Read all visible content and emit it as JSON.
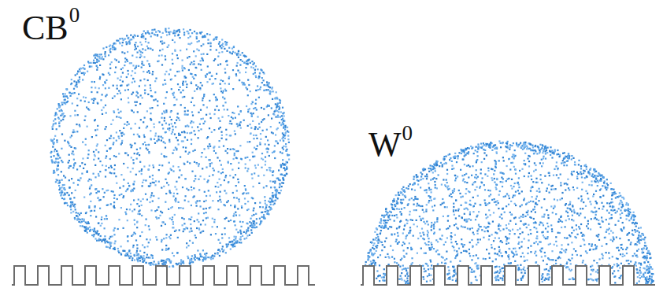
{
  "diagram": {
    "labels": [
      "CB",
      "0",
      "W",
      "0"
    ]
  }
}
